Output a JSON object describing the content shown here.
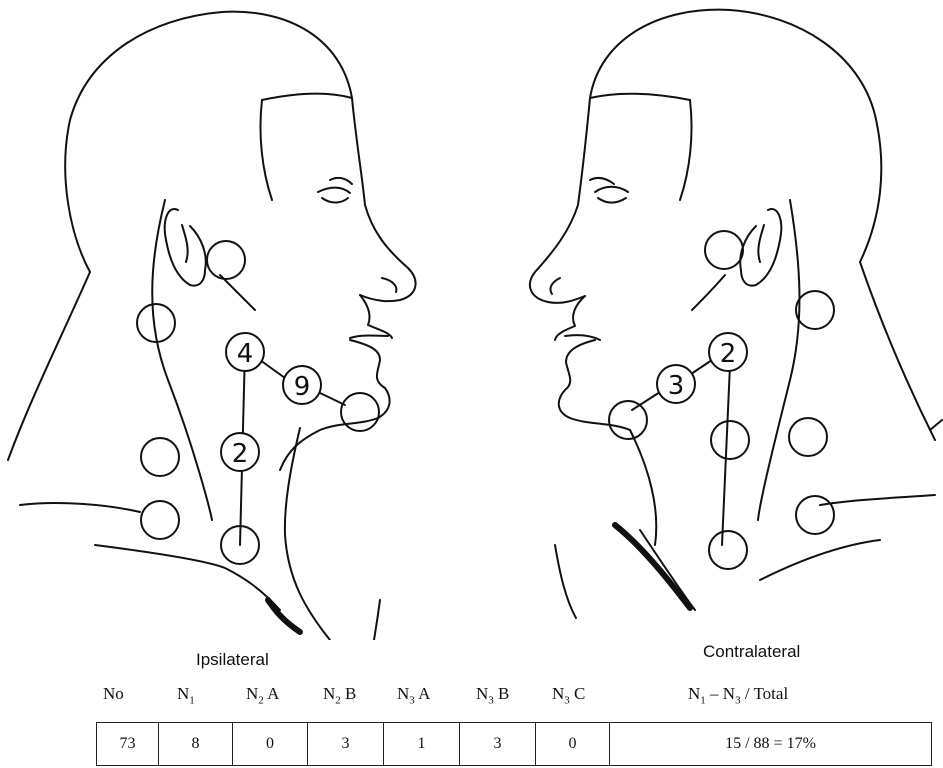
{
  "ipsilateral": {
    "label": "Ipsilateral",
    "nodes": [
      "4",
      "9",
      "2"
    ]
  },
  "contralateral": {
    "label": "Contralateral",
    "nodes": [
      "2",
      "3"
    ]
  },
  "table": {
    "headers": [
      {
        "base": "No",
        "sub": "",
        "suffix": ""
      },
      {
        "base": "N",
        "sub": "1",
        "suffix": ""
      },
      {
        "base": "N",
        "sub": "2",
        "suffix": " A"
      },
      {
        "base": "N",
        "sub": "2",
        "suffix": " B"
      },
      {
        "base": "N",
        "sub": "3",
        "suffix": " A"
      },
      {
        "base": "N",
        "sub": "3",
        "suffix": " B"
      },
      {
        "base": "N",
        "sub": "3",
        "suffix": " C"
      },
      {
        "base": "N",
        "sub": "1",
        "suffix": " – N",
        "sub2": "3",
        "tail": " / Total"
      }
    ],
    "values": [
      "73",
      "8",
      "0",
      "3",
      "1",
      "3",
      "0",
      "15 / 88 = 17%"
    ]
  }
}
